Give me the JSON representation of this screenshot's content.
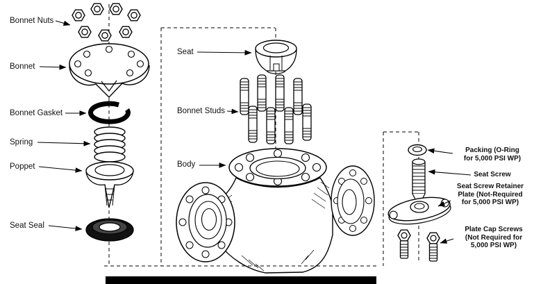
{
  "colors": {
    "ink": "#000000",
    "paper": "#ffffff"
  },
  "labels": {
    "left": {
      "bonnet_nuts": "Bonnet Nuts",
      "bonnet": "Bonnet",
      "bonnet_gasket": "Bonnet Gasket",
      "spring": "Spring",
      "poppet": "Poppet",
      "seat_seal": "Seat Seal"
    },
    "middle": {
      "seat": "Seat",
      "bonnet_studs": "Bonnet Studs",
      "body": "Body"
    },
    "right": {
      "packing": [
        "Packing (O-Ring",
        "for 5,000 PSI WP)"
      ],
      "seat_screw": [
        "Seat Screw"
      ],
      "retainer_plate": [
        "Seat Screw Retainer",
        "Plate (Not-Required",
        "for 5,000 PSI WP)"
      ],
      "plate_cap_screws": [
        "Plate Cap Screws",
        "(Not Required for",
        "5,000 PSI WP)"
      ]
    }
  }
}
